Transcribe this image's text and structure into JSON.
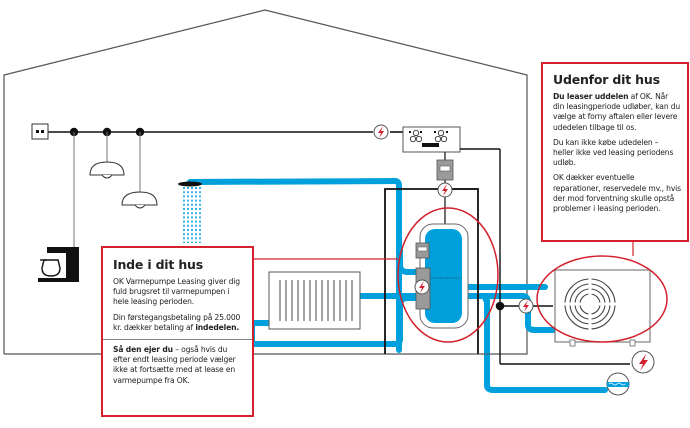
{
  "colors": {
    "accent_red": "#d4202c",
    "water_blue": "#00a0dc",
    "house_line": "#555555",
    "wire": "#111111"
  },
  "inside_box": {
    "title": "Inde i dit hus",
    "para1": "OK Varmepumpe Leasing giver dig fuld brugsret til varmepumpen i hele leasing perioden.",
    "para2_prefix": "Din førstegangsbetaling på 25.000 kr. dækker betaling af ",
    "para2_bold": "indedelen.",
    "para3_bold": "Så den ejer du",
    "para3_rest": " – også hvis du efter endt leasing periode vælger ikke at fortsætte med at lease en varmepumpe fra OK."
  },
  "outside_box": {
    "title": "Udenfor dit hus",
    "para1_bold": "Du leaser uddelen",
    "para1_rest": " af OK. Når din leasingperiode udløber, kan du vælge at forny aftalen eller levere udedelen tilbage til os.",
    "para2": "Du kan ikke købe udedelen – heller ikke ved leasing periodens udløb.",
    "para3": "OK dækker eventuelle reparationer, reservedele mv., hvis der mod forventning skulle opstå problemer i leasing perioden."
  },
  "icons": {
    "electric": "electric-bolt-icon",
    "water": "water-meter-icon",
    "outlet": "power-outlet-icon",
    "lamp": "ceiling-lamp-icon",
    "shower": "shower-head-icon",
    "coffee": "coffee-machine-icon",
    "radiator": "radiator-icon",
    "tank": "hot-water-tank-icon",
    "fan": "outdoor-unit-fan-icon",
    "panel": "control-panel-icon",
    "meter": "electric-meter-icon"
  }
}
